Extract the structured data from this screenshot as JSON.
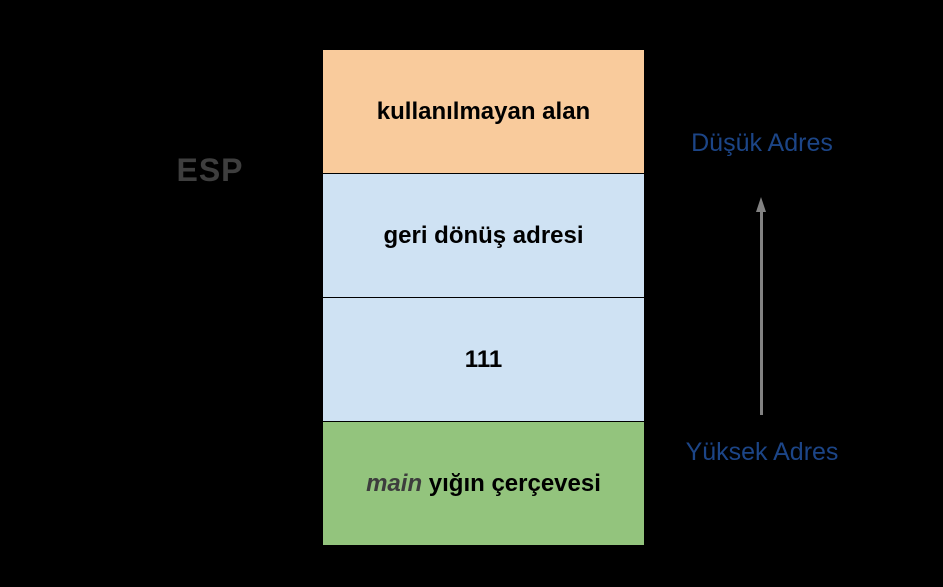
{
  "background_color": "#000000",
  "esp": {
    "label": "ESP",
    "color": "#3e3e3e"
  },
  "stack": {
    "border_color": "#000000",
    "blocks": [
      {
        "name": "unused-area",
        "label": "kullanılmayan alan",
        "bg": "#f9cb9c"
      },
      {
        "name": "return-address",
        "label": "geri dönüş adresi",
        "bg": "#cfe2f3"
      },
      {
        "name": "value-111",
        "label": "111",
        "bg": "#cfe2f3"
      },
      {
        "name": "main-stack-frame",
        "em": "main",
        "rest": " yığın çerçevesi",
        "bg": "#93c47d",
        "em_color": "#3d3d3d"
      }
    ]
  },
  "addresses": {
    "low_label": "Düşük Adres",
    "high_label": "Yüksek Adres",
    "text_color": "#1c4587",
    "arrow_color": "#828282",
    "arrow_direction": "up"
  }
}
